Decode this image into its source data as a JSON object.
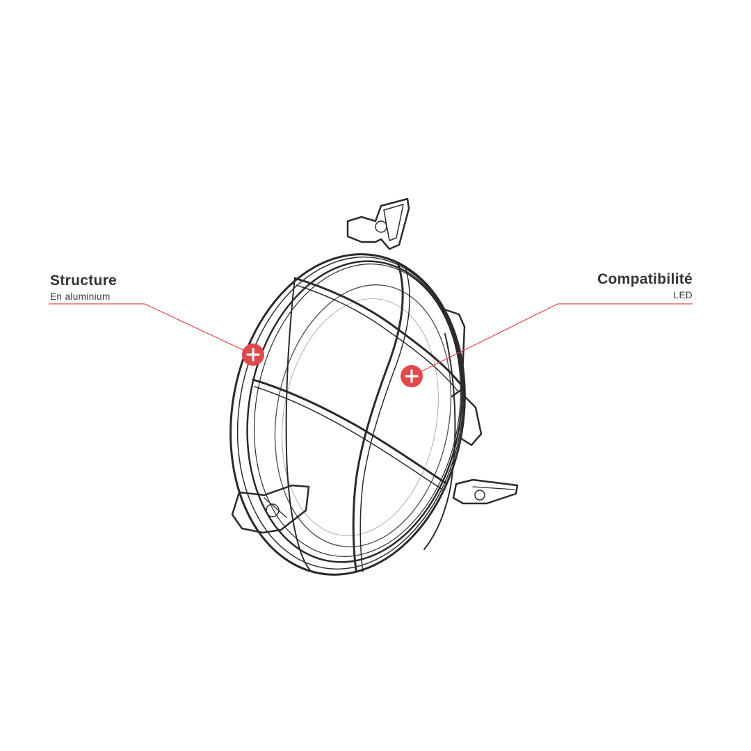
{
  "features": [
    {
      "id": "structure",
      "title": "Structure",
      "subtitle": "En aluminium"
    },
    {
      "id": "compatibility",
      "title": "Compatibilité",
      "subtitle": "LED"
    }
  ],
  "colors": {
    "accent": "#e0484b",
    "text": "#333333",
    "line": "#e0484b",
    "sketch": "#2a2a2a"
  },
  "icons": {
    "hotspot": "plus-icon",
    "product": "cage-lamp-sketch"
  }
}
